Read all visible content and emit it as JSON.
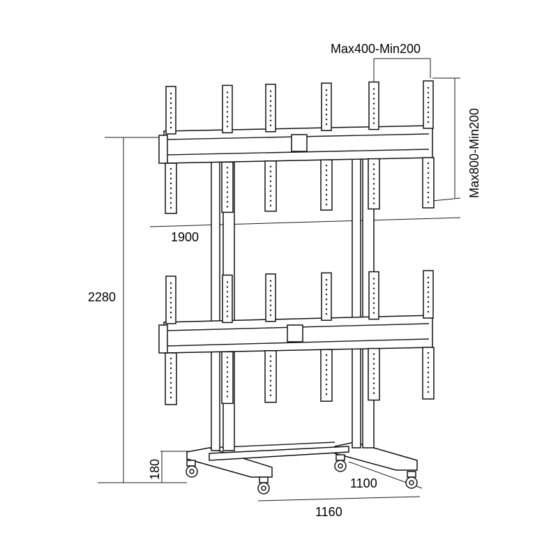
{
  "dimensions": {
    "bracket_spacing": "Max400-Min200",
    "bracket_height": "Max800-Min200",
    "beam_width": "1900",
    "total_height": "2280",
    "foot_height": "180",
    "base_depth": "1100",
    "base_width": "1160"
  },
  "colors": {
    "line": "#111111",
    "background": "#ffffff"
  }
}
